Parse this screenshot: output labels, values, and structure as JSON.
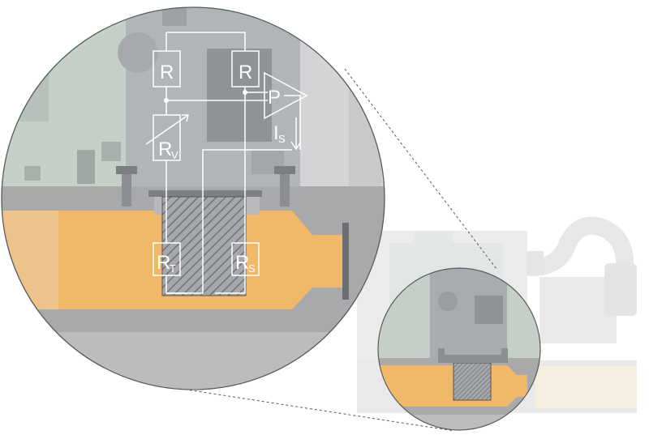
{
  "diagram": {
    "labels": {
      "resistor_left": "R",
      "resistor_right": "R",
      "variable_resistor": "R",
      "variable_resistor_sub": "V",
      "amplifier": "P",
      "current": "I",
      "current_sub": "S",
      "flow_resistor": "R",
      "flow_resistor_sub": "T",
      "sensor_resistor": "R",
      "sensor_resistor_sub": "S"
    },
    "colors": {
      "fluid_channel": "#f1b86a",
      "housing": "#a9a9ab",
      "pcb": "#c3cfc7",
      "chip": "#8d9094",
      "circuit_lines": "#ffffff",
      "sensor_hatch": "#6f7276"
    }
  }
}
